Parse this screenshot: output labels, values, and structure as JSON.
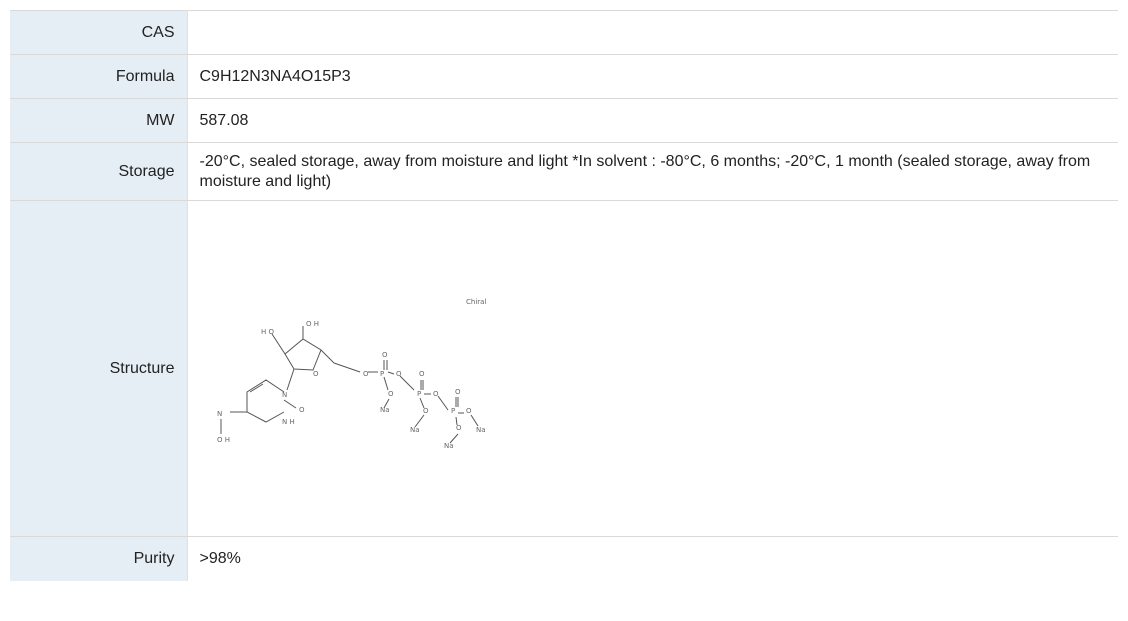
{
  "rows": [
    {
      "label": "CAS",
      "value": ""
    },
    {
      "label": "Formula",
      "value": "C9H12N3NA4O15P3"
    },
    {
      "label": "MW",
      "value": "587.08"
    },
    {
      "label": "Storage",
      "value": "-20°C, sealed storage, away from moisture and light *In solvent : -80°C, 6 months; -20°C, 1 month (sealed storage, away from moisture and light)"
    },
    {
      "label": "Structure",
      "value": ""
    },
    {
      "label": "Purity",
      "value": ">98%"
    }
  ],
  "structure": {
    "atom_labels": {
      "chiral": "Chiral",
      "ho": "H O",
      "oh_top": "O H",
      "o_ring": "O",
      "o_link": "O",
      "n_ring": "N",
      "o_carbonyl": "O",
      "nh": "N H",
      "n_oxime": "N",
      "oh_oxime": "O H",
      "p1": "P",
      "p2": "P",
      "p3": "P",
      "o1": "O",
      "o2": "O",
      "o3": "O",
      "o4": "O",
      "o5": "O",
      "o6": "O",
      "o7": "O",
      "o8": "O",
      "o9": "O",
      "na1": "Na",
      "na2": "Na",
      "na3": "Na",
      "na4": "Na"
    }
  }
}
